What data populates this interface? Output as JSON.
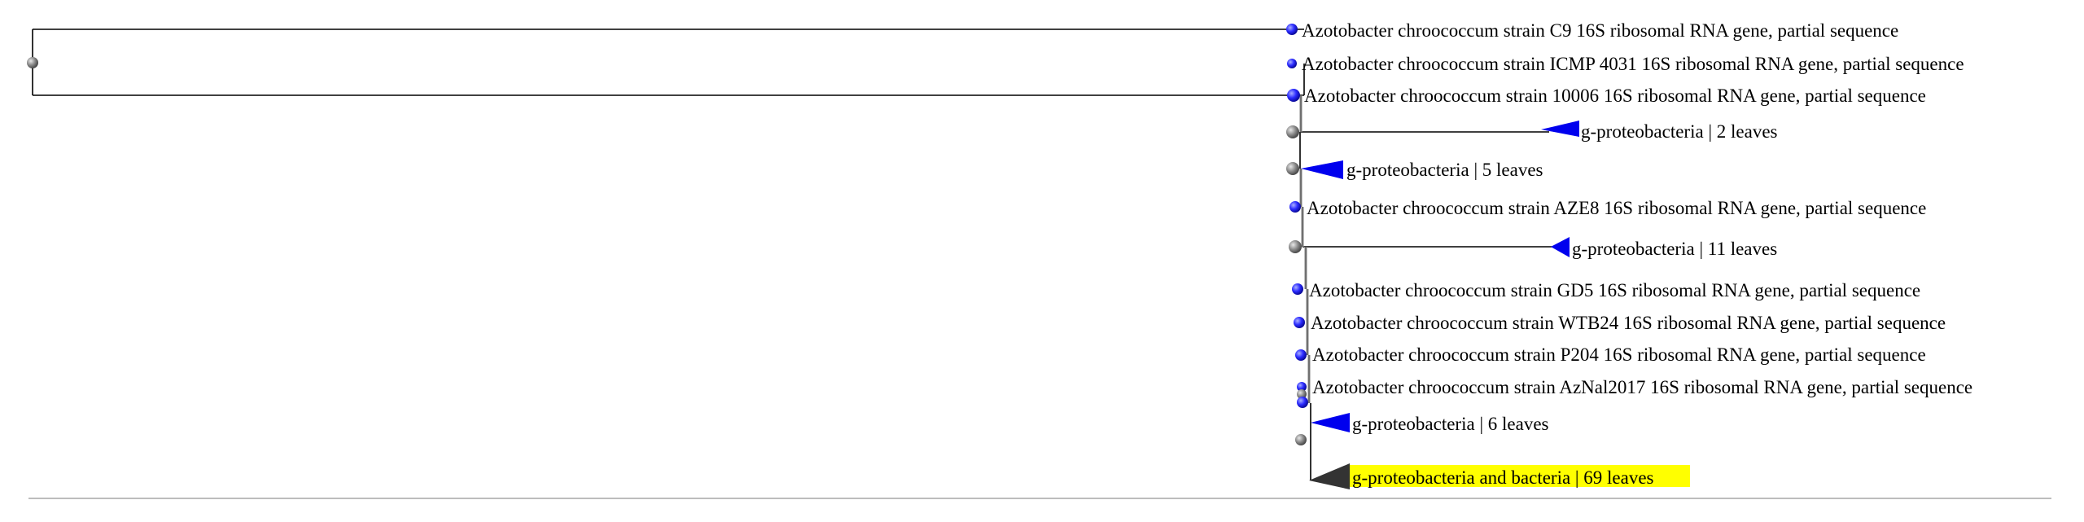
{
  "tree": {
    "colors": {
      "branch": "#000000",
      "leaf_node": "#2222ff",
      "internal_node": "#8c8c8c",
      "collapsed_clade": "#0000ee",
      "collapsed_clade_dark": "#333333",
      "highlight": "#ffff00",
      "scale_bar": "#bdbdbd"
    },
    "leaves": [
      {
        "label": "Azotobacter chroococcum strain C9 16S ribosomal RNA gene, partial sequence"
      },
      {
        "label": "Azotobacter chroococcum strain ICMP 4031 16S ribosomal RNA gene, partial sequence"
      },
      {
        "label": "Azotobacter chroococcum strain 10006 16S ribosomal RNA gene, partial sequence"
      },
      {
        "label": "g-proteobacteria | 2 leaves"
      },
      {
        "label": "g-proteobacteria | 5 leaves"
      },
      {
        "label": "Azotobacter chroococcum strain AZE8 16S ribosomal RNA gene, partial sequence"
      },
      {
        "label": "g-proteobacteria | 11 leaves"
      },
      {
        "label": "Azotobacter chroococcum strain GD5 16S ribosomal RNA gene, partial sequence"
      },
      {
        "label": "Azotobacter chroococcum strain WTB24 16S ribosomal RNA gene, partial sequence"
      },
      {
        "label": "Azotobacter chroococcum strain P204 16S ribosomal RNA gene, partial sequence"
      },
      {
        "label": "Azotobacter chroococcum strain AzNal2017 16S ribosomal RNA gene, partial sequence"
      },
      {
        "label": "g-proteobacteria | 6 leaves"
      },
      {
        "label": "g-proteobacteria and bacteria | 69 leaves"
      }
    ]
  }
}
